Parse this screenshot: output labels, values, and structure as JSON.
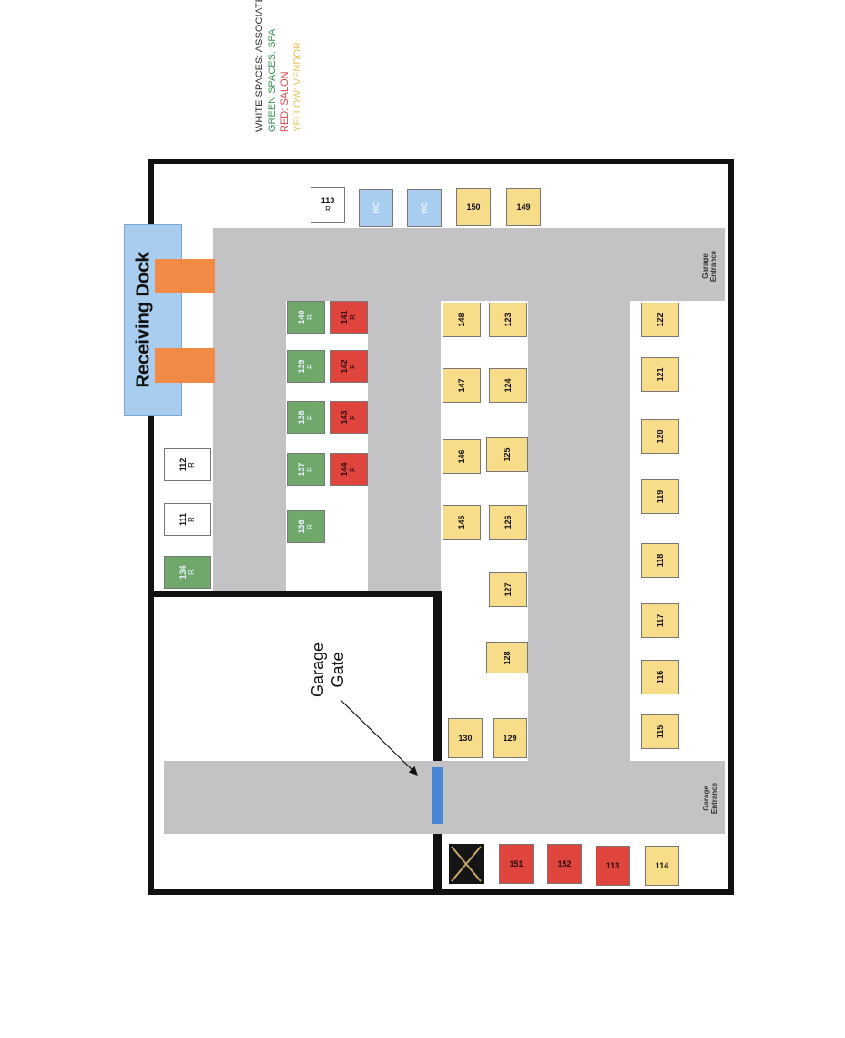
{
  "legend": [
    {
      "text": "WHITE SPACES: ASSOCIATE",
      "color": "#333333"
    },
    {
      "text": "GREEN SPACES: SPA",
      "color": "#3f8f5a"
    },
    {
      "text": "RED: SALON",
      "color": "#d6454a"
    },
    {
      "text": "YELLOW: VENDOR",
      "color": "#e9c15a"
    }
  ],
  "labels": {
    "receiving_dock": "Receiving Dock",
    "garage_gate_line1": "Garage",
    "garage_gate_line2": "Gate",
    "garage_entrance_top_1": "Garage",
    "garage_entrance_top_2": "Entrance",
    "garage_entrance_bottom_1": "Garage",
    "garage_entrance_bottom_2": "Entrance"
  },
  "colors": {
    "white": "#ffffff",
    "green": "#6fa86a",
    "red": "#e0453d",
    "yellow": "#f7dc8a",
    "blue": "#a8cdee",
    "orange": "#f08a45",
    "dock": "#a8cdee",
    "road": "#c3c3c6"
  },
  "spaces": [
    {
      "label": "113",
      "tag": "R",
      "type": "white",
      "rotated": false
    },
    {
      "label": "HC",
      "tag": "",
      "type": "blue",
      "rotated": true
    },
    {
      "label": "HC",
      "tag": "",
      "type": "blue",
      "rotated": true
    },
    {
      "label": "150",
      "tag": "",
      "type": "yellow",
      "rotated": false
    },
    {
      "label": "149",
      "tag": "",
      "type": "yellow",
      "rotated": false
    },
    {
      "label": "140",
      "tag": "R",
      "type": "green",
      "rotated": true
    },
    {
      "label": "139",
      "tag": "R",
      "type": "green",
      "rotated": true
    },
    {
      "label": "138",
      "tag": "R",
      "type": "green",
      "rotated": true
    },
    {
      "label": "137",
      "tag": "R",
      "type": "green",
      "rotated": true
    },
    {
      "label": "136",
      "tag": "R",
      "type": "green",
      "rotated": true
    },
    {
      "label": "134",
      "tag": "R",
      "type": "green",
      "rotated": true
    },
    {
      "label": "141",
      "tag": "R",
      "type": "red",
      "rotated": true
    },
    {
      "label": "142",
      "tag": "R",
      "type": "red",
      "rotated": true
    },
    {
      "label": "143",
      "tag": "R",
      "type": "red",
      "rotated": true
    },
    {
      "label": "144",
      "tag": "R",
      "type": "red",
      "rotated": true
    },
    {
      "label": "112",
      "tag": "R",
      "type": "white",
      "rotated": true
    },
    {
      "label": "111",
      "tag": "R",
      "type": "white",
      "rotated": true
    },
    {
      "label": "148",
      "tag": "",
      "type": "yellow",
      "rotated": true
    },
    {
      "label": "147",
      "tag": "",
      "type": "yellow",
      "rotated": true
    },
    {
      "label": "146",
      "tag": "",
      "type": "yellow",
      "rotated": true
    },
    {
      "label": "145",
      "tag": "",
      "type": "yellow",
      "rotated": true
    },
    {
      "label": "123",
      "tag": "",
      "type": "yellow",
      "rotated": true
    },
    {
      "label": "124",
      "tag": "",
      "type": "yellow",
      "rotated": true
    },
    {
      "label": "125",
      "tag": "",
      "type": "yellow",
      "rotated": true
    },
    {
      "label": "126",
      "tag": "",
      "type": "yellow",
      "rotated": true
    },
    {
      "label": "127",
      "tag": "",
      "type": "yellow",
      "rotated": true
    },
    {
      "label": "128",
      "tag": "",
      "type": "yellow",
      "rotated": true
    },
    {
      "label": "130",
      "tag": "",
      "type": "yellow",
      "rotated": false
    },
    {
      "label": "129",
      "tag": "",
      "type": "yellow",
      "rotated": false
    },
    {
      "label": "122",
      "tag": "",
      "type": "yellow",
      "rotated": true
    },
    {
      "label": "121",
      "tag": "",
      "type": "yellow",
      "rotated": true
    },
    {
      "label": "120",
      "tag": "",
      "type": "yellow",
      "rotated": true
    },
    {
      "label": "119",
      "tag": "",
      "type": "yellow",
      "rotated": true
    },
    {
      "label": "118",
      "tag": "",
      "type": "yellow",
      "rotated": true
    },
    {
      "label": "117",
      "tag": "",
      "type": "yellow",
      "rotated": true
    },
    {
      "label": "116",
      "tag": "",
      "type": "yellow",
      "rotated": true
    },
    {
      "label": "115",
      "tag": "",
      "type": "yellow",
      "rotated": true
    },
    {
      "label": "151",
      "tag": "",
      "type": "red",
      "rotated": false
    },
    {
      "label": "152",
      "tag": "",
      "type": "red",
      "rotated": false
    },
    {
      "label": "113",
      "tag": "",
      "type": "red",
      "rotated": false
    },
    {
      "label": "114",
      "tag": "",
      "type": "yellow",
      "rotated": false
    }
  ]
}
